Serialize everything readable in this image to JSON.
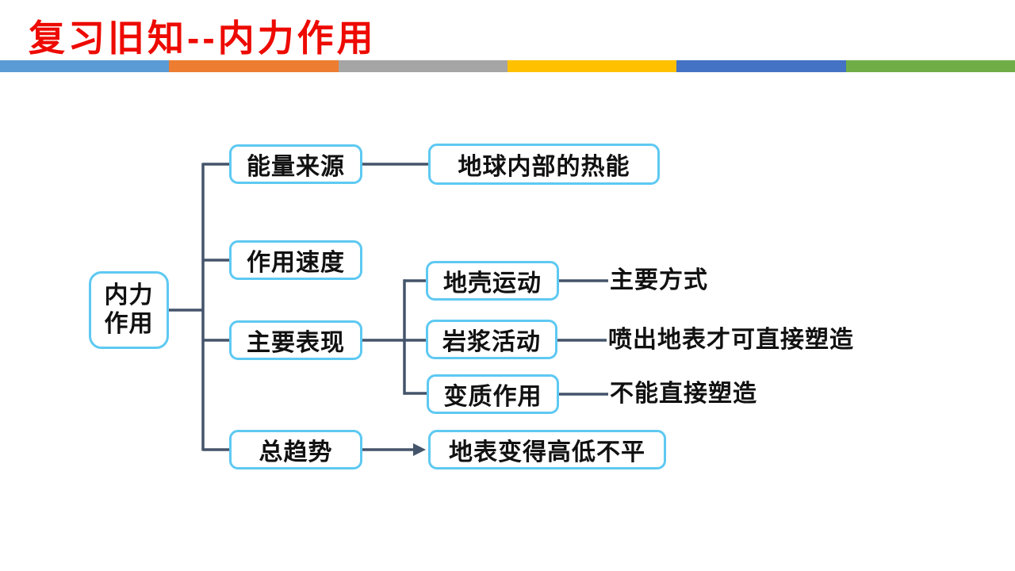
{
  "title": "复习旧知--内力作用",
  "accent_bar": {
    "colors": [
      "#5B9BD5",
      "#ED7D31",
      "#A5A5A5",
      "#FFC000",
      "#4472C4",
      "#70AD47"
    ]
  },
  "colors": {
    "box_border": "#5EC9F2",
    "connector": "#44546A",
    "title_red": "#ED0A00"
  },
  "diagram": {
    "root": {
      "line1": "内力",
      "line2": "作用"
    },
    "branches": {
      "energy_source": {
        "label": "能量来源",
        "detail": "地球内部的热能"
      },
      "speed": {
        "label": "作用速度"
      },
      "manifestation": {
        "label": "主要表现",
        "children": {
          "crustal_movement": {
            "label": "地壳运动",
            "note": "主要方式"
          },
          "magmatic_activity": {
            "label": "岩浆活动",
            "note": "喷出地表才可直接塑造"
          },
          "metamorphism": {
            "label": "变质作用",
            "note": "不能直接塑造"
          }
        }
      },
      "trend": {
        "label": "总趋势",
        "detail": "地表变得高低不平"
      }
    }
  }
}
